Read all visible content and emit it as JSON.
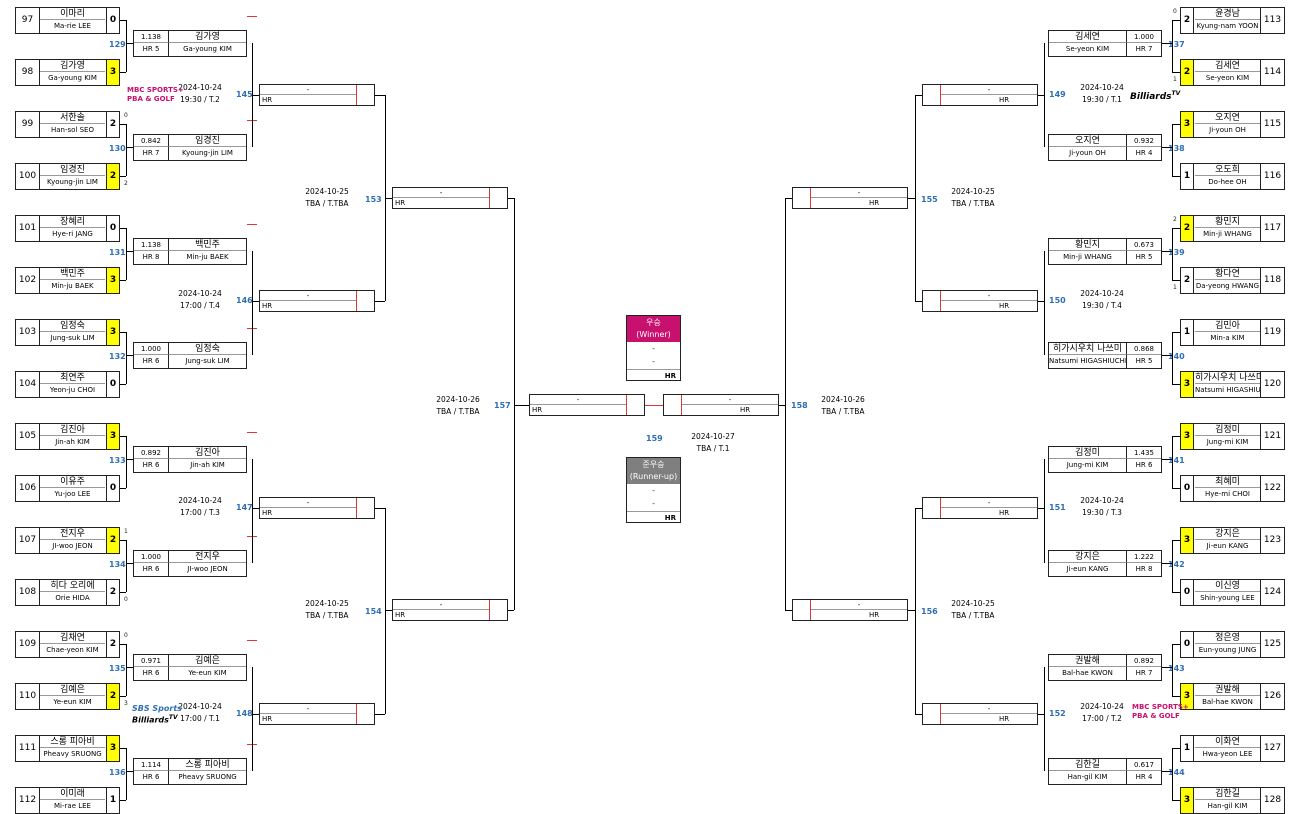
{
  "players_left": [
    {
      "seed": "97",
      "kr": "이마리",
      "en": "Ma-rie LEE",
      "score": "0",
      "win": false
    },
    {
      "seed": "98",
      "kr": "김가영",
      "en": "Ga-young KIM",
      "score": "3",
      "win": true
    },
    {
      "seed": "99",
      "kr": "서한솔",
      "en": "Han-sol SEO",
      "score": "2",
      "win": false,
      "note": "0"
    },
    {
      "seed": "100",
      "kr": "임경진",
      "en": "Kyoung-jin LIM",
      "score": "2",
      "win": true,
      "note": "2"
    },
    {
      "seed": "101",
      "kr": "장혜리",
      "en": "Hye-ri JANG",
      "score": "0",
      "win": false
    },
    {
      "seed": "102",
      "kr": "백민주",
      "en": "Min-ju BAEK",
      "score": "3",
      "win": true
    },
    {
      "seed": "103",
      "kr": "임정숙",
      "en": "Jung-suk LIM",
      "score": "3",
      "win": true
    },
    {
      "seed": "104",
      "kr": "최연주",
      "en": "Yeon-ju CHOI",
      "score": "0",
      "win": false
    },
    {
      "seed": "105",
      "kr": "김진아",
      "en": "Jin-ah KIM",
      "score": "3",
      "win": true
    },
    {
      "seed": "106",
      "kr": "이유주",
      "en": "Yu-joo LEE",
      "score": "0",
      "win": false
    },
    {
      "seed": "107",
      "kr": "전지우",
      "en": "JI-woo JEON",
      "score": "2",
      "win": true,
      "note": "1"
    },
    {
      "seed": "108",
      "kr": "히다 오리에",
      "en": "Orie HIDA",
      "score": "2",
      "win": false,
      "note": "0"
    },
    {
      "seed": "109",
      "kr": "김채연",
      "en": "Chae-yeon KIM",
      "score": "2",
      "win": false,
      "note": "0"
    },
    {
      "seed": "110",
      "kr": "김예은",
      "en": "Ye-eun KIM",
      "score": "2",
      "win": true,
      "note": "3"
    },
    {
      "seed": "111",
      "kr": "스롱 피아비",
      "en": "Pheavy SRUONG",
      "score": "3",
      "win": true
    },
    {
      "seed": "112",
      "kr": "이미래",
      "en": "Mi-rae LEE",
      "score": "1",
      "win": false
    }
  ],
  "players_right": [
    {
      "seed": "113",
      "kr": "윤경남",
      "en": "Kyung-nam YOON",
      "score": "2",
      "win": false,
      "note": "0"
    },
    {
      "seed": "114",
      "kr": "김세연",
      "en": "Se-yeon KIM",
      "score": "2",
      "win": true,
      "note": "1"
    },
    {
      "seed": "115",
      "kr": "오지연",
      "en": "Ji-youn OH",
      "score": "3",
      "win": true
    },
    {
      "seed": "116",
      "kr": "오도희",
      "en": "Do-hee OH",
      "score": "1",
      "win": false
    },
    {
      "seed": "117",
      "kr": "황민지",
      "en": "Min-ji WHANG",
      "score": "2",
      "win": true,
      "note": "2"
    },
    {
      "seed": "118",
      "kr": "황다연",
      "en": "Da-yeong HWANG",
      "score": "2",
      "win": false,
      "note": "1"
    },
    {
      "seed": "119",
      "kr": "김민아",
      "en": "Min-a KIM",
      "score": "1",
      "win": false
    },
    {
      "seed": "120",
      "kr": "히가시우치 나쓰미",
      "en": "Natsumi HIGASHIUCHI",
      "score": "3",
      "win": true
    },
    {
      "seed": "121",
      "kr": "김정미",
      "en": "Jung-mi KIM",
      "score": "3",
      "win": true
    },
    {
      "seed": "122",
      "kr": "최혜미",
      "en": "Hye-mi CHOI",
      "score": "0",
      "win": false
    },
    {
      "seed": "123",
      "kr": "강지은",
      "en": "Ji-eun KANG",
      "score": "3",
      "win": true
    },
    {
      "seed": "124",
      "kr": "이신영",
      "en": "Shin-young LEE",
      "score": "0",
      "win": false
    },
    {
      "seed": "125",
      "kr": "정은영",
      "en": "Eun-young JUNG",
      "score": "0",
      "win": false
    },
    {
      "seed": "126",
      "kr": "권발해",
      "en": "Bal-hae KWON",
      "score": "3",
      "win": true
    },
    {
      "seed": "127",
      "kr": "이화연",
      "en": "Hwa-yeon LEE",
      "score": "1",
      "win": false
    },
    {
      "seed": "128",
      "kr": "김한길",
      "en": "Han-gil KIM",
      "score": "3",
      "win": true
    }
  ],
  "r2_left": [
    {
      "id": "129",
      "avg": "1.138",
      "hr": "HR 5",
      "kr": "김가영",
      "en": "Ga-young KIM"
    },
    {
      "id": "130",
      "avg": "0.842",
      "hr": "HR 7",
      "kr": "임경진",
      "en": "Kyoung-jin LIM"
    },
    {
      "id": "131",
      "avg": "1.138",
      "hr": "HR 8",
      "kr": "백민주",
      "en": "Min-ju BAEK"
    },
    {
      "id": "132",
      "avg": "1.000",
      "hr": "HR 6",
      "kr": "임정숙",
      "en": "Jung-suk LIM"
    },
    {
      "id": "133",
      "avg": "0.892",
      "hr": "HR 6",
      "kr": "김진아",
      "en": "Jin-ah KIM"
    },
    {
      "id": "134",
      "avg": "1.000",
      "hr": "HR 6",
      "kr": "전지우",
      "en": "JI-woo JEON"
    },
    {
      "id": "135",
      "avg": "0.971",
      "hr": "HR 6",
      "kr": "김예은",
      "en": "Ye-eun KIM"
    },
    {
      "id": "136",
      "avg": "1.114",
      "hr": "HR 6",
      "kr": "스롱 피아비",
      "en": "Pheavy SRUONG"
    }
  ],
  "r2_right": [
    {
      "id": "137",
      "avg": "1.000",
      "hr": "HR 7",
      "kr": "김세연",
      "en": "Se-yeon KIM"
    },
    {
      "id": "138",
      "avg": "0.932",
      "hr": "HR 4",
      "kr": "오지연",
      "en": "Ji-youn OH"
    },
    {
      "id": "139",
      "avg": "0.673",
      "hr": "HR 5",
      "kr": "황민지",
      "en": "Min-ji WHANG"
    },
    {
      "id": "140",
      "avg": "0.868",
      "hr": "HR 5",
      "kr": "히가시우치 나쓰미",
      "en": "Natsumi HIGASHIUCHI"
    },
    {
      "id": "141",
      "avg": "1.435",
      "hr": "HR 6",
      "kr": "김정미",
      "en": "Jung-mi KIM"
    },
    {
      "id": "142",
      "avg": "1.222",
      "hr": "HR 8",
      "kr": "강지은",
      "en": "Ji-eun KANG"
    },
    {
      "id": "143",
      "avg": "0.892",
      "hr": "HR 7",
      "kr": "권발해",
      "en": "Bal-hae KWON"
    },
    {
      "id": "144",
      "avg": "0.617",
      "hr": "HR 4",
      "kr": "김한길",
      "en": "Han-gil KIM"
    }
  ],
  "r3_left": [
    {
      "id": "145",
      "date": "2024-10-24",
      "time": "19:30 / T.2",
      "dash": "-",
      "hr": "HR"
    },
    {
      "id": "146",
      "date": "2024-10-24",
      "time": "17:00 / T.4",
      "dash": "-",
      "hr": "HR"
    },
    {
      "id": "147",
      "date": "2024-10-24",
      "time": "17:00 / T.3",
      "dash": "-",
      "hr": "HR"
    },
    {
      "id": "148",
      "date": "2024-10-24",
      "time": "17:00 / T.1",
      "dash": "-",
      "hr": "HR"
    }
  ],
  "r3_right": [
    {
      "id": "149",
      "date": "2024-10-24",
      "time": "19:30 / T.1",
      "dash": "-",
      "hr": "HR"
    },
    {
      "id": "150",
      "date": "2024-10-24",
      "time": "19:30 / T.4",
      "dash": "-",
      "hr": "HR"
    },
    {
      "id": "151",
      "date": "2024-10-24",
      "time": "19:30 / T.3",
      "dash": "-",
      "hr": "HR"
    },
    {
      "id": "152",
      "date": "2024-10-24",
      "time": "17:00 / T.2",
      "dash": "-",
      "hr": "HR"
    }
  ],
  "r4_left": [
    {
      "id": "153",
      "date": "2024-10-25",
      "time": "TBA / T.TBA",
      "dash": "-",
      "hr": "HR"
    },
    {
      "id": "154",
      "date": "2024-10-25",
      "time": "TBA / T.TBA",
      "dash": "-",
      "hr": "HR"
    }
  ],
  "r4_right": [
    {
      "id": "155",
      "date": "2024-10-25",
      "time": "TBA / T.TBA",
      "dash": "-",
      "hr": "HR"
    },
    {
      "id": "156",
      "date": "2024-10-25",
      "time": "TBA / T.TBA",
      "dash": "-",
      "hr": "HR"
    }
  ],
  "semi_left": {
    "id": "157",
    "date": "2024-10-26",
    "time": "TBA / T.TBA",
    "dash": "-",
    "hr": "HR"
  },
  "semi_right": {
    "id": "158",
    "date": "2024-10-26",
    "time": "TBA / T.TBA",
    "dash": "-",
    "hr": "HR"
  },
  "final": {
    "id": "159",
    "date": "2024-10-27",
    "time": "TBA / T.1"
  },
  "winner": {
    "title_kr": "우승",
    "title_en": "(Winner)",
    "line1": "-",
    "line2": "-",
    "hr": "HR"
  },
  "runner_up": {
    "title_kr": "준우승",
    "title_en": "(Runner-up)",
    "line1": "-",
    "line2": "-",
    "hr": "HR"
  },
  "colors": {
    "accent_blue": "#2f6fb5",
    "winner_bg": "#c8106e",
    "runner_bg": "#7f7f7f",
    "highlight": "#ffff00",
    "connector_red": "#d13b3b"
  },
  "logos": {
    "mbc": {
      "line1": "MBC SPORTS+",
      "line2": "PBA & GOLF"
    },
    "billiards": {
      "text": "Billiards",
      "sup": "TV"
    },
    "sbs": {
      "line1": "SBS Sports",
      "line2": "Billiards",
      "sup": "TV"
    }
  }
}
